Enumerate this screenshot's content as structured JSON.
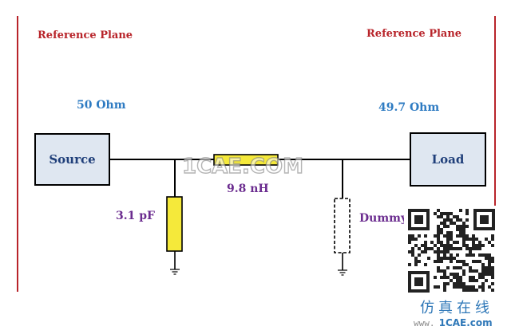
{
  "reference_planes": {
    "left_label": "Reference Plane",
    "right_label": "Reference Plane",
    "line_color": "#b8242a"
  },
  "impedances": {
    "source_side": "50 Ohm",
    "load_side": "49.7 Ohm"
  },
  "blocks": {
    "source": "Source",
    "load": "Load",
    "box_fill": "#dfe7f1"
  },
  "components": {
    "shunt_capacitor": "3.1 pF",
    "series_inductor": "9.8 nH",
    "dummy": "Dummy",
    "element_fill": "#f5e93a"
  },
  "watermark": {
    "text": "1CAE.COM",
    "site_name_cn": "仿真在线",
    "site_url_prefix": "www.",
    "site_url_main": "1CAE.com",
    "qr_icon": "qr-code-icon"
  }
}
